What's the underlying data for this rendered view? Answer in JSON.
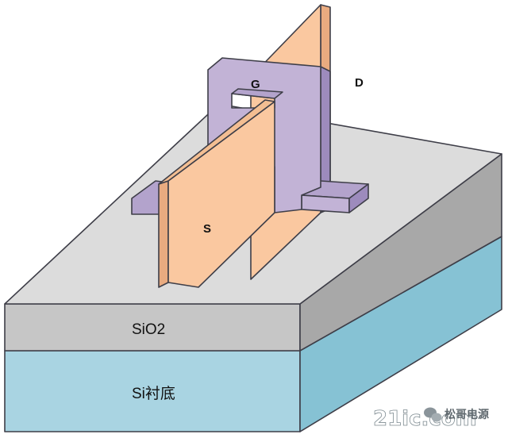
{
  "labels": {
    "source": "S",
    "gate": "G",
    "drain": "D",
    "oxide_layer": "SiO2",
    "substrate_layer": "Si衬底"
  },
  "watermark": {
    "site": "21ic.com",
    "account": "松哥电源"
  },
  "colors": {
    "oxide_top": "#dcdcdc",
    "oxide_front": "#c6c6c6",
    "oxide_side": "#a8a8a8",
    "substrate_front": "#a9d4e2",
    "substrate_side": "#86c2d4",
    "source_drain_front": "#fac8a0",
    "source_drain_side": "#e9ab80",
    "gate_front": "#c2b3d6",
    "gate_top": "#b3a3cc",
    "gate_side": "#9d8bbd",
    "outline": "#3e3e48"
  }
}
